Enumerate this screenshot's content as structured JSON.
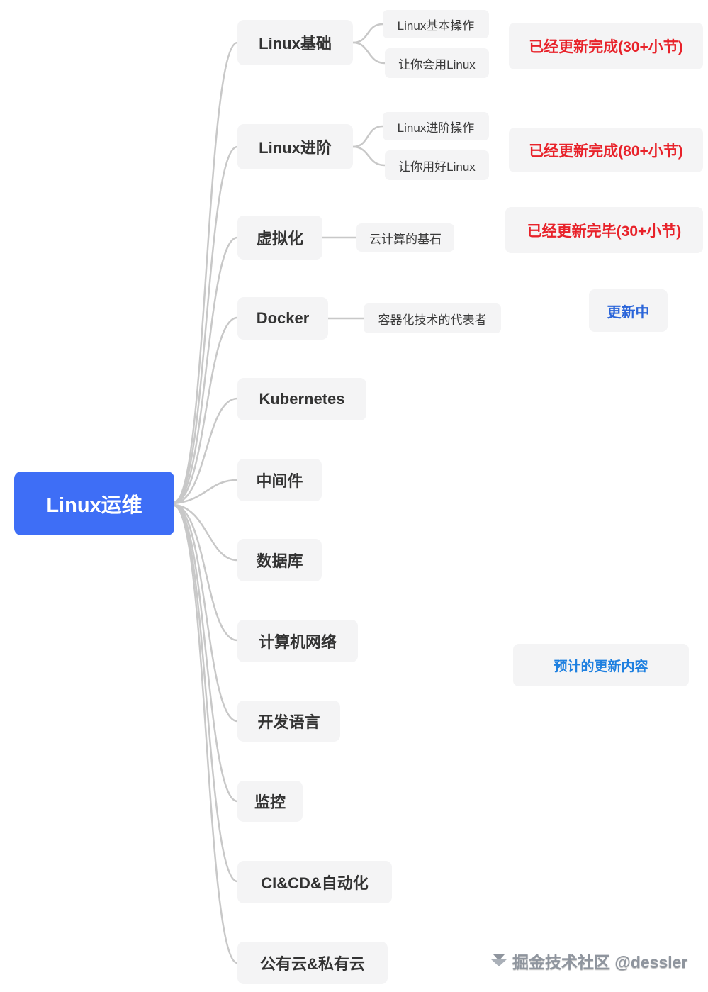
{
  "root": {
    "label": "Linux运维"
  },
  "branches": [
    {
      "label": "Linux基础",
      "children": [
        "Linux基本操作",
        "让你会用Linux"
      ]
    },
    {
      "label": "Linux进阶",
      "children": [
        "Linux进阶操作",
        "让你用好Linux"
      ]
    },
    {
      "label": "虚拟化",
      "children": [
        "云计算的基石"
      ]
    },
    {
      "label": "Docker",
      "children": [
        "容器化技术的代表者"
      ]
    },
    {
      "label": "Kubernetes",
      "children": []
    },
    {
      "label": "中间件",
      "children": []
    },
    {
      "label": "数据库",
      "children": []
    },
    {
      "label": "计算机网络",
      "children": []
    },
    {
      "label": "开发语言",
      "children": []
    },
    {
      "label": "监控",
      "children": []
    },
    {
      "label": "CI&CD&自动化",
      "children": []
    },
    {
      "label": "公有云&私有云",
      "children": []
    }
  ],
  "notes": [
    {
      "text": "已经更新完成(30+小节)",
      "status": "done"
    },
    {
      "text": "已经更新完成(80+小节)",
      "status": "done"
    },
    {
      "text": "已经更新完毕(30+小节)",
      "status": "done"
    },
    {
      "text": "更新中",
      "status": "updating"
    },
    {
      "text": "预计的更新内容",
      "status": "planned"
    }
  ],
  "watermark": {
    "text": "掘金技术社区 @dessler"
  },
  "colors": {
    "root_bg": "#3E6EF6",
    "node_bg": "#F4F4F5",
    "note_done_text": "#E8222A",
    "note_updating_text": "#2B65D9",
    "note_planned_text": "#1E80E0",
    "connector": "#C8C8C8"
  }
}
